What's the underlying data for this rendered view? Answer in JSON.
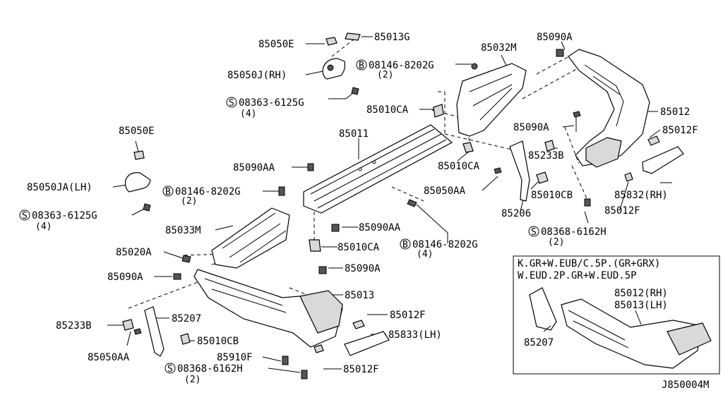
{
  "labels": {
    "p85050E_top": "85050E",
    "p85013G": "85013G",
    "p85050J_RH": "85050J(RH)",
    "p08363_top": "08363-6125G",
    "p08363_top_qty": "(4)",
    "p08146_top": "08146-8202G",
    "p08146_top_qty": "(2)",
    "p85032M": "85032M",
    "p85090A_top": "85090A",
    "p85012": "85012",
    "p85012F_right1": "85012F",
    "p85010CA_top": "85010CA",
    "p85011": "85011",
    "p85090A_mid": "85090A",
    "p85233B_right": "85233B",
    "p85010CA_mid": "85010CA",
    "p85050E_left": "85050E",
    "p85090AA_mid": "85090AA",
    "p85050JA_LH": "85050JA(LH)",
    "p08146_left": "08146-8202G",
    "p08146_left_qty": "(2)",
    "p85050AA_right": "85050AA",
    "p85010CB_right": "85010CB",
    "p85832_RH": "85832(RH)",
    "p08363_left": "08363-6125G",
    "p08363_left_qty": "(4)",
    "p85206": "85206",
    "p85012F_right2": "85012F",
    "p85033M": "85033M",
    "p85090AA_low": "85090AA",
    "p08368_right": "08368-6162H",
    "p08368_right_qty": "(2)",
    "p85020A": "85020A",
    "p85010CA_low": "85010CA",
    "p08146_low": "08146-8202G",
    "p08146_low_qty": "(4)",
    "p85090A_left": "85090A",
    "p85090A_low": "85090A",
    "p85013": "85013",
    "p85233B_left": "85233B",
    "p85207_left": "85207",
    "p85012F_low1": "85012F",
    "p85010CB_low": "85010CB",
    "p85833_LH": "85833(LH)",
    "p85050AA_left": "85050AA",
    "p85910F": "85910F",
    "p85012F_low2": "85012F",
    "p08368_low": "08368-6162H",
    "p08368_low_qty": "(2)"
  },
  "symbols": {
    "bolt_b": "B",
    "screw_s": "S"
  },
  "inset": {
    "line1": "K.GR+W.EUB/C.5P.(GR+GRX)",
    "line2": "W.EUD.2P.GR+W.EUD.5P",
    "p85012_RH": "85012(RH)",
    "p85013_LH": "85013(LH)",
    "p85207": "85207"
  },
  "diagram_code": "J850004M"
}
